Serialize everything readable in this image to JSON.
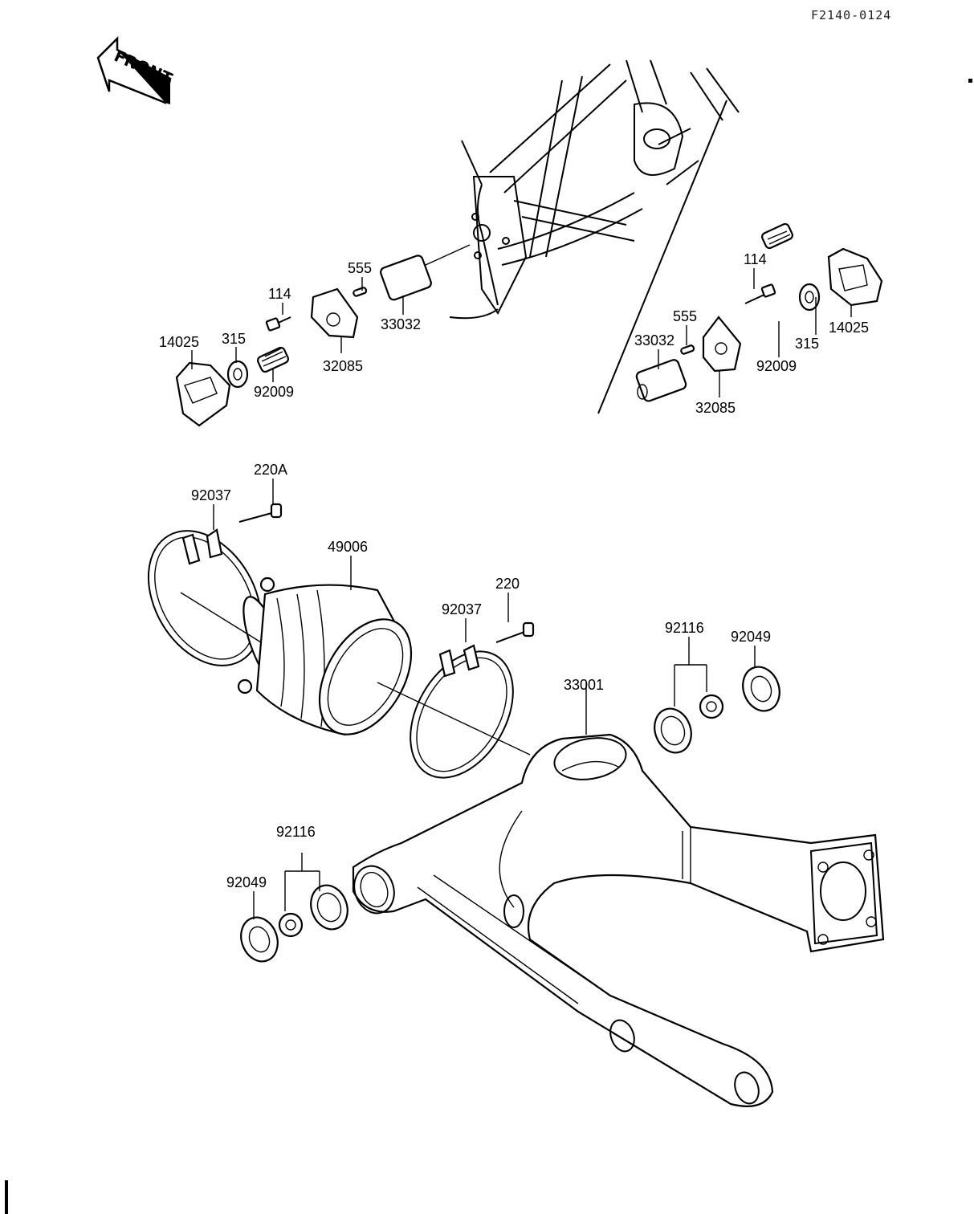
{
  "diagram": {
    "code": "F2140-0124",
    "front_label": "FRONT",
    "parts": [
      {
        "id": "p555a",
        "label": "555"
      },
      {
        "id": "p114a",
        "label": "114"
      },
      {
        "id": "p315a",
        "label": "315"
      },
      {
        "id": "p14025a",
        "label": "14025"
      },
      {
        "id": "p92009a",
        "label": "92009"
      },
      {
        "id": "p32085a",
        "label": "32085"
      },
      {
        "id": "p33032a",
        "label": "33032"
      },
      {
        "id": "p114b",
        "label": "114"
      },
      {
        "id": "p555b",
        "label": "555"
      },
      {
        "id": "p33032b",
        "label": "33032"
      },
      {
        "id": "p315b",
        "label": "315"
      },
      {
        "id": "p14025b",
        "label": "14025"
      },
      {
        "id": "p92009b",
        "label": "92009"
      },
      {
        "id": "p32085b",
        "label": "32085"
      },
      {
        "id": "p220A",
        "label": "220A"
      },
      {
        "id": "p92037a",
        "label": "92037"
      },
      {
        "id": "p49006",
        "label": "49006"
      },
      {
        "id": "p220",
        "label": "220"
      },
      {
        "id": "p92037b",
        "label": "92037"
      },
      {
        "id": "p92116a",
        "label": "92116"
      },
      {
        "id": "p92049a",
        "label": "92049"
      },
      {
        "id": "p33001",
        "label": "33001"
      },
      {
        "id": "p92116b",
        "label": "92116"
      },
      {
        "id": "p92049b",
        "label": "92049"
      }
    ]
  }
}
